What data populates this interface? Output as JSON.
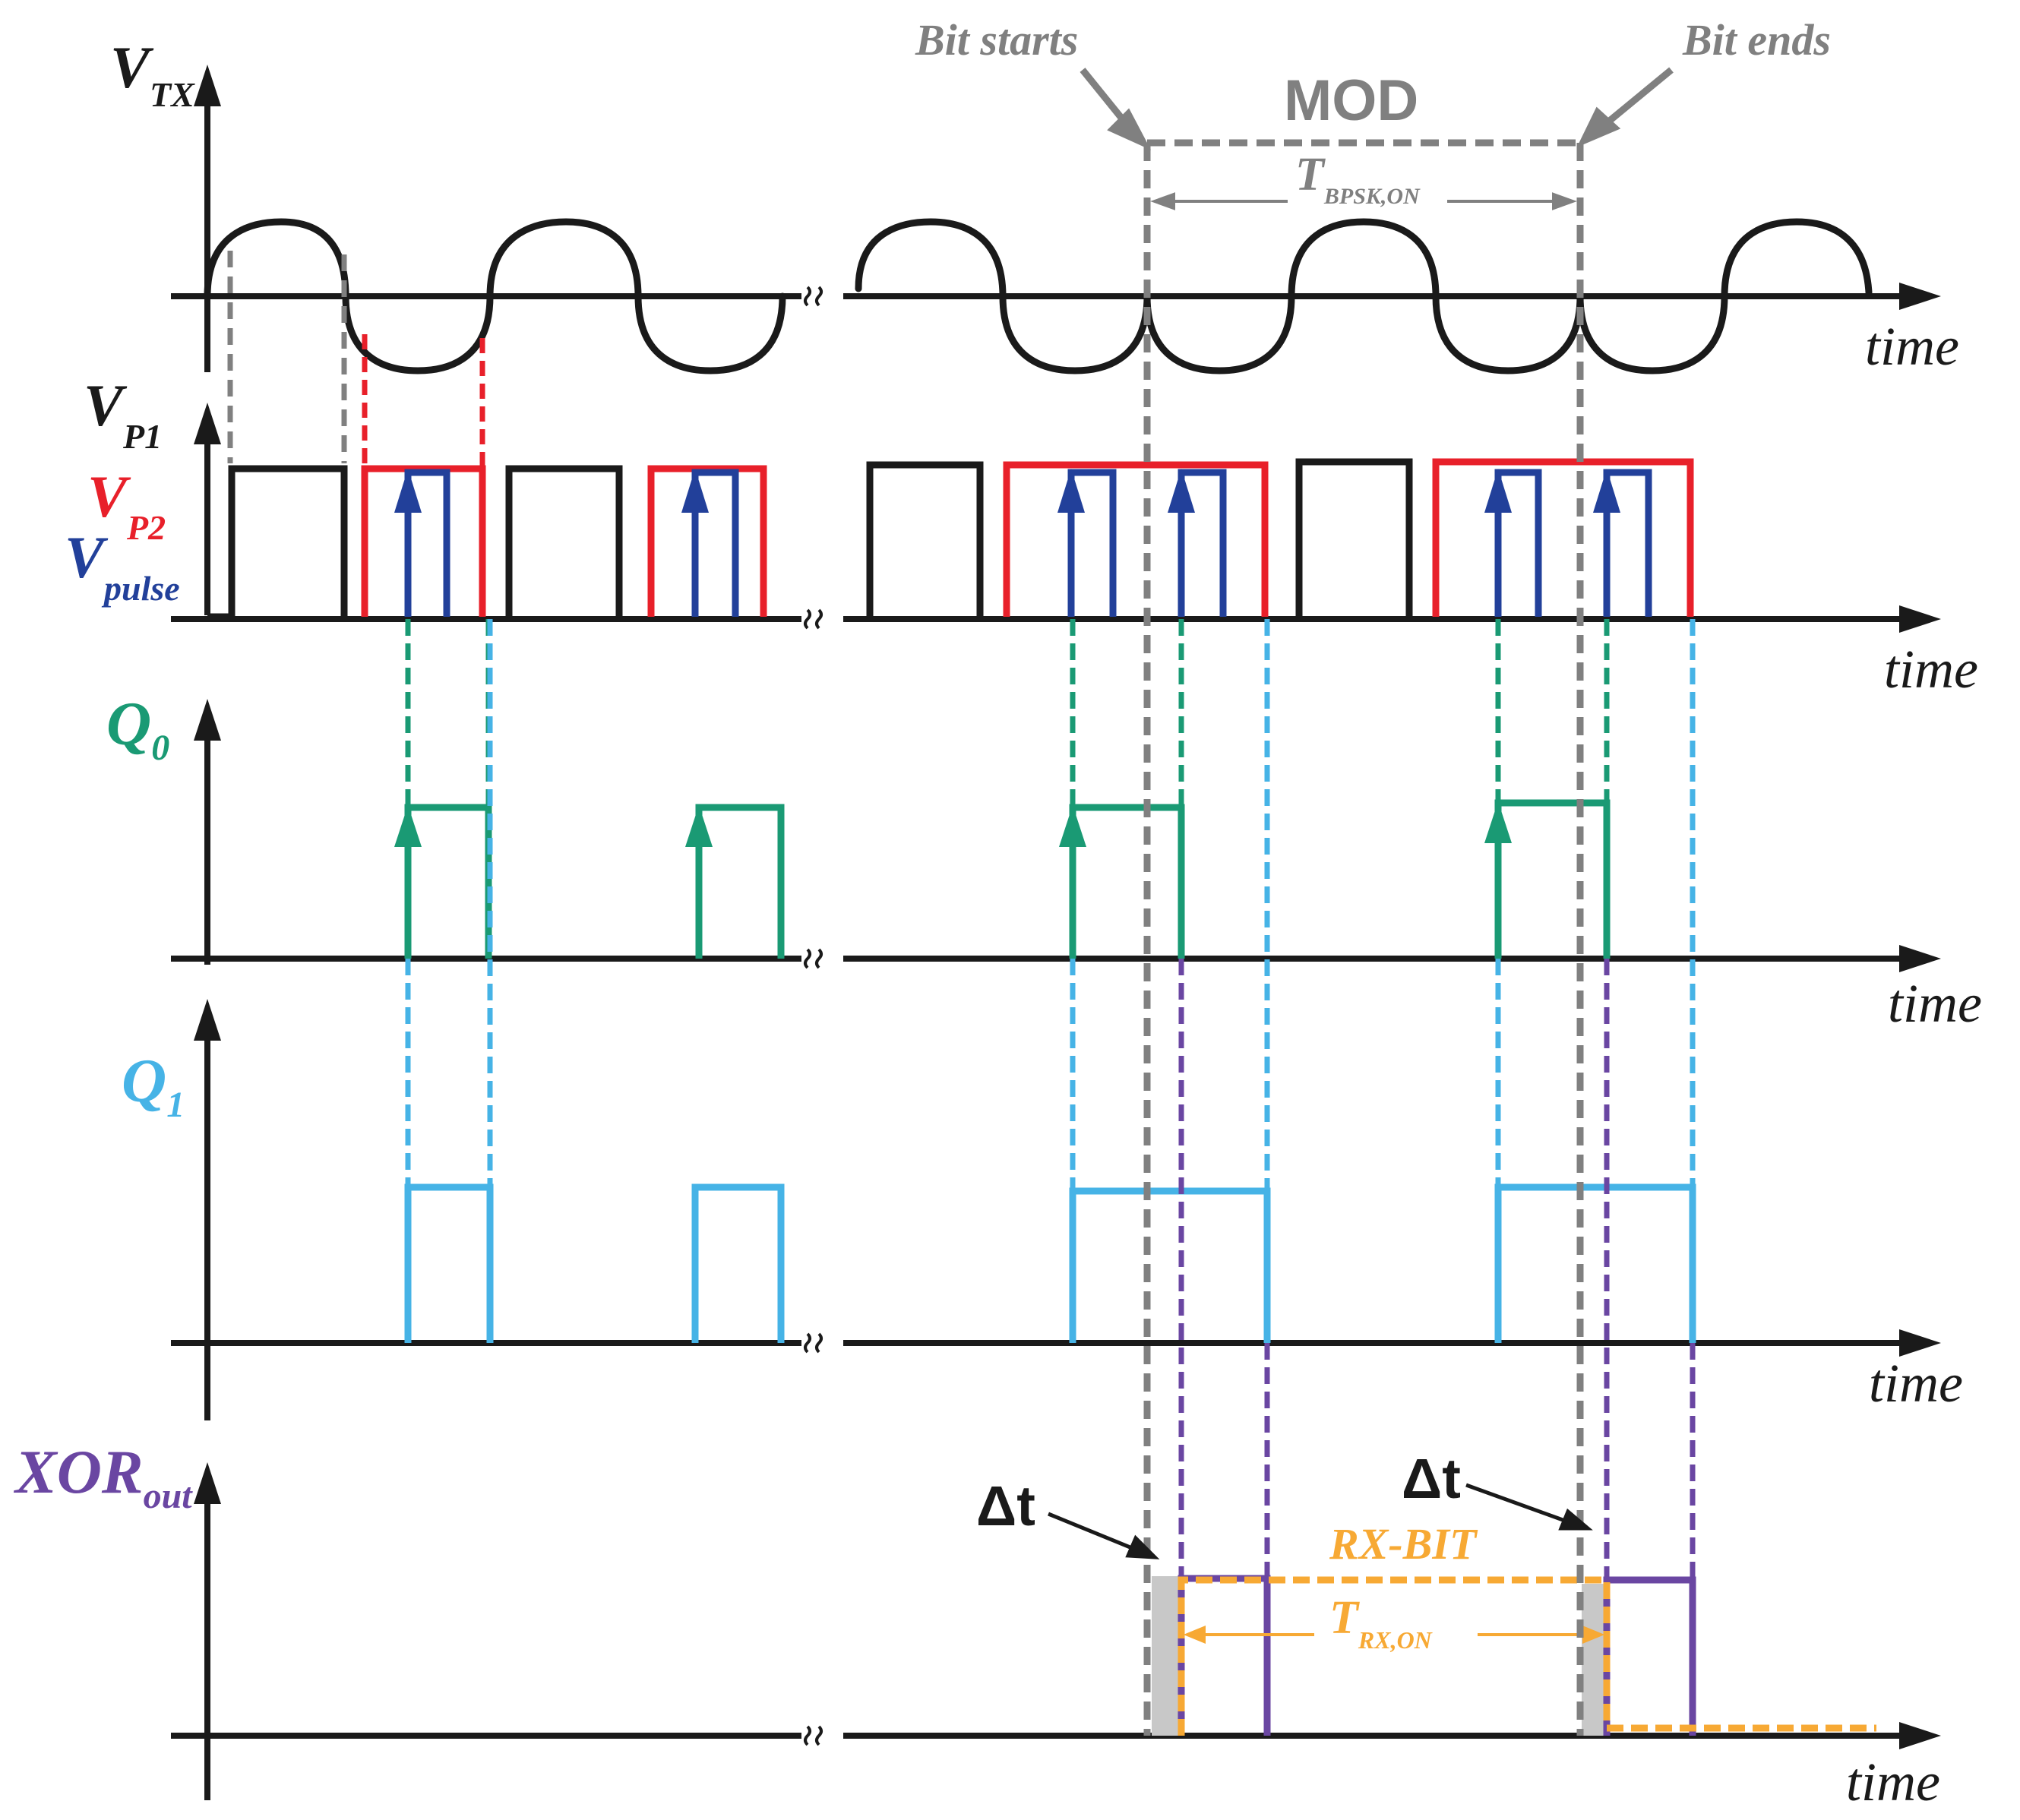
{
  "colors": {
    "black": "#1a1a1a",
    "gray": "#808080",
    "red": "#e8202a",
    "blue": "#22409a",
    "green": "#1a9a74",
    "cyan": "#46b3e6",
    "purple": "#6a46a2",
    "orange": "#f7a934",
    "shade": "#c8c8c8"
  },
  "annotations": {
    "bit_starts": "Bit starts",
    "bit_ends": "Bit ends",
    "mod": "MOD",
    "t_bpsk_main": "T",
    "t_bpsk_sub": "BPSK,ON",
    "rx_bit": "RX-BIT",
    "t_rx_main": "T",
    "t_rx_sub": "RX,ON",
    "delta_t": "Δt",
    "break_mark": "≈"
  },
  "axes": {
    "vtx": {
      "main": "V",
      "sub": "TX",
      "time": "time"
    },
    "vp": {
      "p1_main": "V",
      "p1_sub": "P1",
      "p2_main": "V",
      "p2_sub": "P2",
      "pulse_main": "V",
      "pulse_sub": "pulse",
      "time": "time"
    },
    "q0": {
      "main": "Q",
      "sub": "0",
      "time": "time"
    },
    "q1": {
      "main": "Q",
      "sub": "1",
      "time": "time"
    },
    "xor": {
      "main": "XOR",
      "sub": "out",
      "time": "time"
    }
  }
}
